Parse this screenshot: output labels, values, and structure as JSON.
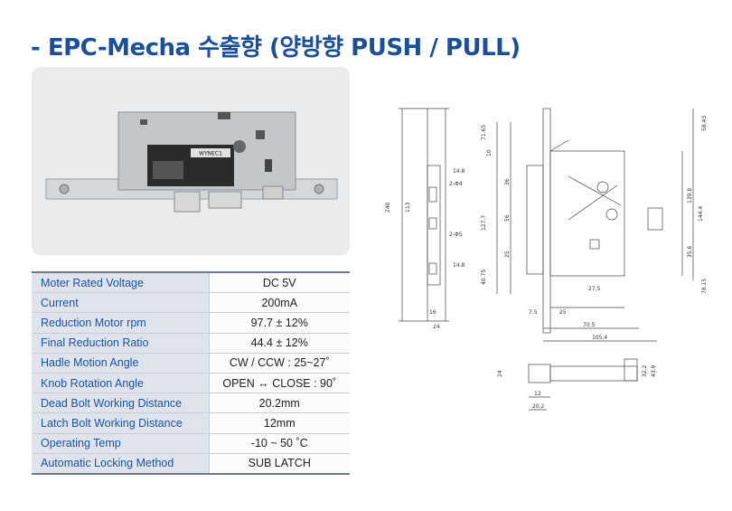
{
  "title": "- EPC-Mecha 수출향 (양방향 PUSH / PULL)",
  "product_photo": {
    "plate_label": "WYNEC1"
  },
  "specs": [
    {
      "label": "Moter Rated Voltage",
      "value": "DC 5V"
    },
    {
      "label": "Current",
      "value": "200mA"
    },
    {
      "label": "Reduction Motor rpm",
      "value": "97.7 ± 12%"
    },
    {
      "label": "Final Reduction Ratio",
      "value": "44.4 ± 12%"
    },
    {
      "label": "Hadle Motion Angle",
      "value": "CW / CCW : 25~27˚"
    },
    {
      "label": "Knob Rotation Angle",
      "value": "OPEN ↔ CLOSE : 90˚"
    },
    {
      "label": "Dead Bolt Working Distance",
      "value": "20.2mm"
    },
    {
      "label": "Latch Bolt Working Distance",
      "value": "12mm"
    },
    {
      "label": "Operating Temp",
      "value": "-10 ~ 50 ˚C"
    },
    {
      "label": "Automatic Locking Method",
      "value": "SUB LATCH"
    }
  ],
  "drawing": {
    "dimensions": {
      "front_height": "240",
      "front_inner": "113",
      "front_width_1": "16",
      "front_width_2": "24",
      "side_top": "71.65",
      "side_a": "10",
      "side_b": "36",
      "side_c": "56",
      "side_d": "127.7",
      "side_e": "25",
      "side_f": "40.75",
      "side_right_1": "58.43",
      "side_right_2": "139.8",
      "side_right_3": "144.4",
      "side_right_4": "35.6",
      "side_right_5": "78.15",
      "bottom_1": "7.5",
      "bottom_2": "25",
      "bottom_3": "27.5",
      "bottom_4": "70.5",
      "bottom_5": "105.4",
      "face_width": "14.8",
      "face_holes": "2-Φ4",
      "face_holes_2": "2-Φ5",
      "face_bottom": "14.8",
      "detail_1": "24",
      "detail_2": "12",
      "detail_3": "20.2",
      "detail_4": "32.2",
      "detail_5": "43.9"
    }
  }
}
